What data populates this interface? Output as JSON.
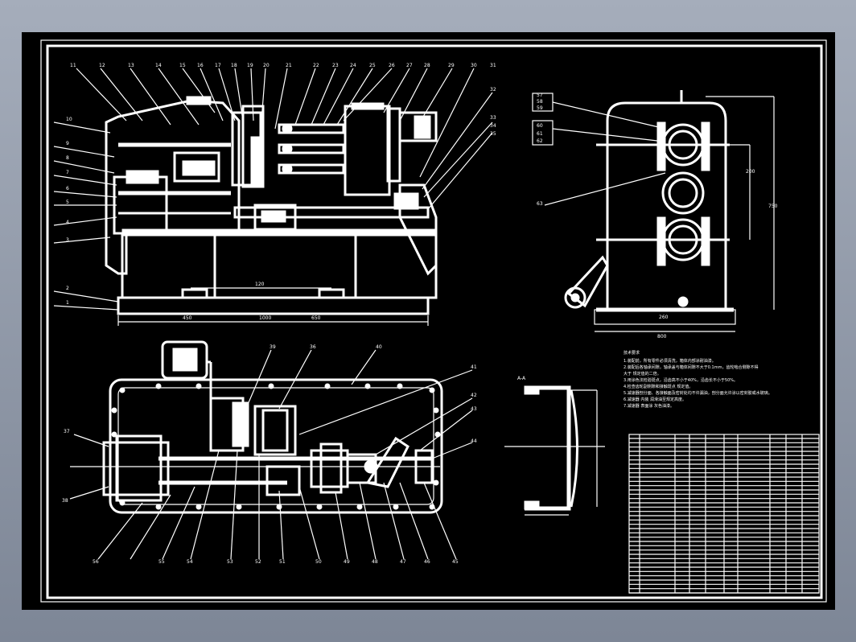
{
  "sheet": {
    "section_label": "A-A",
    "notes": {
      "title": "技术要求",
      "lines": [
        "1.装配前，所有零件必须清洗，箱体内部涂耐油漆。",
        "2.装配后各轴承间隙，轴承盖与箱体间隙不大于0.1mm，齿轮啮合侧隙不得",
        "  大于 规定值的二倍。",
        "3.用涂色法检验斑点，沿齿高不小于40%，沿齿长不小于50%。",
        "4.检查齿轮副侧隙和接触斑点 规定值。",
        "5.减速器剖分面、各接触面及密封处均不许漏油，剖分面允许涂以密封胶或水玻璃。",
        "6.减速器 内装 润滑油至规定高度。",
        "7.减速器 表面涂 灰色油漆。"
      ]
    },
    "front_view_labels": [
      "11",
      "12",
      "13",
      "14",
      "15",
      "16",
      "17",
      "18",
      "19",
      "20",
      "21",
      "22",
      "23",
      "24",
      "25",
      "26",
      "27",
      "28",
      "29",
      "30",
      "31",
      "32",
      "33",
      "34",
      "35",
      "10",
      "9",
      "8",
      "7",
      "6",
      "5",
      "4",
      "3",
      "2",
      "1"
    ],
    "front_view_dims": [
      "1000",
      "650",
      "450",
      "120"
    ],
    "side_view_labels": [
      "57",
      "58",
      "59",
      "60",
      "61",
      "62",
      "63"
    ],
    "side_view_dims": [
      "260",
      "750",
      "200",
      "800"
    ],
    "plan_view_labels": [
      "36",
      "37",
      "38",
      "39",
      "40",
      "41",
      "42",
      "43",
      "44",
      "45",
      "46",
      "47",
      "48",
      "49",
      "50",
      "51",
      "52",
      "53",
      "54",
      "55",
      "56"
    ],
    "parts_list_rows": 36
  }
}
